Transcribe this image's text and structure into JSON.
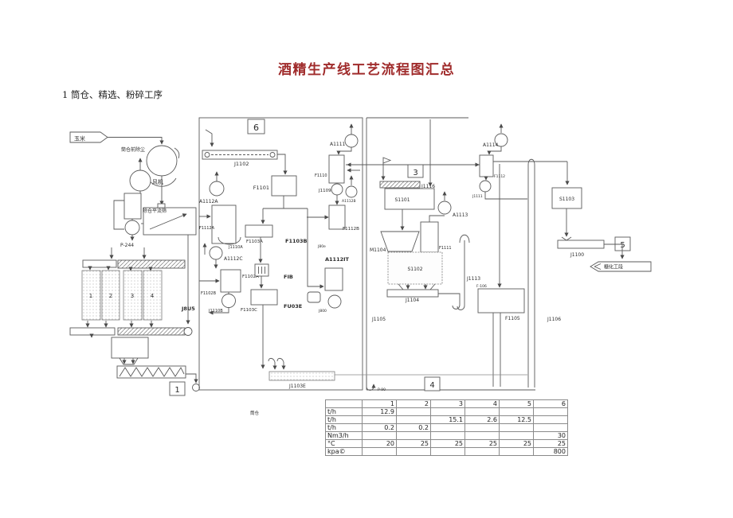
{
  "page": {
    "title": "酒精生产线工艺流程图汇总",
    "subtitle": "1 筒仓、精选、粉碎工序"
  },
  "colors": {
    "title": "#a02c2c",
    "line": "#5a5a5a"
  },
  "labels": {
    "corn": "玉米",
    "pre_silo_dust": "筒仓前除尘",
    "fan": "风机",
    "screen": "除仓平流筛",
    "p244": "P-244",
    "silo_1": "1",
    "silo_2": "2",
    "silo_3": "3",
    "silo_4": "4",
    "j8u5": "J8U5",
    "node_1": "1",
    "node_6": "6",
    "j1102": "J1102",
    "a1112a": "A1112A",
    "f1101": "F1101",
    "a1111": "A1111",
    "f1110": "F1110",
    "j1109": "J1109",
    "a1112b": "A1112B",
    "f1112b": "F1112B",
    "f1112a": "F1112A",
    "j1110a": "J1110A",
    "a1112c": "A1112C",
    "f1102a": "F1102A",
    "f1102b": "F1102B",
    "j1110b": "J1110B",
    "f1103a": "F1103A",
    "f1103b": "F1103B",
    "f1103c": "F1103C",
    "j80e": "J80e",
    "a1112it": "A1112IT",
    "fib": "FIB",
    "fu03e": "FU03E",
    "j800": "J800",
    "node_3": "3",
    "j1116": "J1116",
    "s1101": "S1101",
    "m1104": "M1104",
    "a1113": "A1113",
    "f1111": "F1111",
    "s1102": "S1102",
    "j1104": "J1104",
    "j1105": "J1105",
    "j1113": "J1113",
    "f106": "F-106",
    "f1105": "F1105",
    "j1106": "J1106",
    "a1114": "A1114",
    "f1112": "F1112",
    "j1111": "J1111",
    "s1103": "S1103",
    "j1100": "J1100",
    "node_5": "5",
    "to_saccharification": "糖化工段",
    "node_4": "4",
    "j1103e": "J1103E",
    "p90": "P-90",
    "silo_note": "筒仓"
  },
  "table": {
    "col_headers": [
      "",
      "1",
      "2",
      "3",
      "4",
      "5",
      "6"
    ],
    "rows": [
      {
        "label": "t/h",
        "values": [
          "12.9",
          "",
          "",
          "",
          "",
          ""
        ]
      },
      {
        "label": "t/h",
        "values": [
          "",
          "",
          "15.1",
          "2.6",
          "12.5",
          ""
        ]
      },
      {
        "label": "t/h",
        "values": [
          "0.2",
          "0.2",
          "",
          "",
          "",
          ""
        ]
      },
      {
        "label": "Nm3/h",
        "values": [
          "",
          "",
          "",
          "",
          "",
          "30"
        ]
      },
      {
        "label": "°C",
        "values": [
          "20",
          "25",
          "25",
          "25",
          "25",
          "25"
        ]
      },
      {
        "label": "kpa©",
        "values": [
          "",
          "",
          "",
          "",
          "",
          "800"
        ]
      }
    ]
  }
}
